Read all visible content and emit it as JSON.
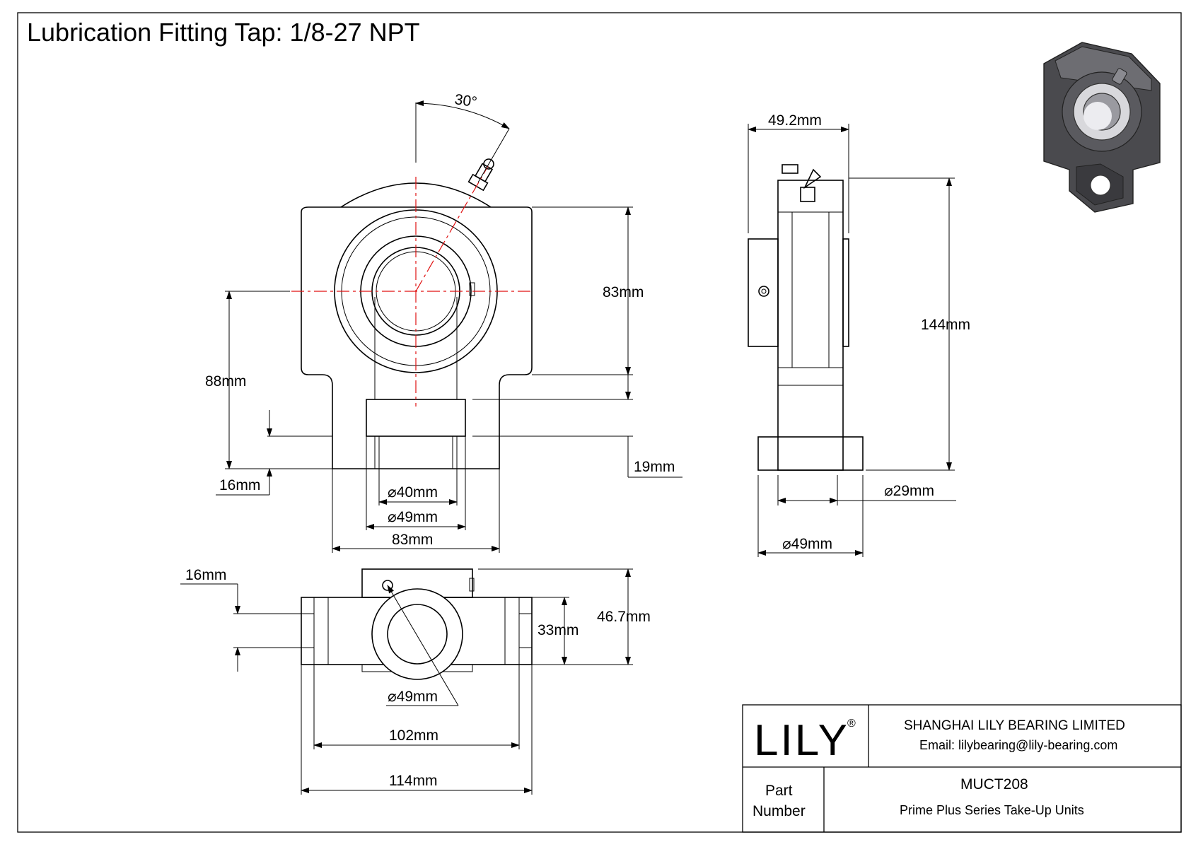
{
  "title": "Lubrication Fitting Tap: 1/8-27 NPT",
  "front_view": {
    "angle": "30°",
    "dim_height_to_top": "83mm",
    "dim_center_height": "88mm",
    "dim_slot_width": "19mm",
    "dim_base_thickness": "16mm",
    "dim_bore": "40mm",
    "dim_collar": "49mm",
    "dim_slot_span": "83mm"
  },
  "side_view": {
    "dim_width": "49.2mm",
    "dim_height": "144mm",
    "dim_inner": "29mm",
    "dim_outer": "49mm"
  },
  "top_view": {
    "dim_thickness": "16mm",
    "dim_depth_inner": "33mm",
    "dim_depth_total": "46.7mm",
    "dim_collar": "49mm",
    "dim_rail_inner": "102mm",
    "dim_rail_outer": "114mm"
  },
  "diameter_symbol": "⌀",
  "title_block": {
    "logo": "LILY",
    "registered_mark": "®",
    "company": "SHANGHAI LILY BEARING LIMITED",
    "email": "Email: lilybearing@lily-bearing.com",
    "part_label_line1": "Part",
    "part_label_line2": "Number",
    "part_number": "MUCT208",
    "series": "Prime Plus Series Take-Up Units"
  },
  "colors": {
    "centerline": "#e01010",
    "line": "#000000"
  }
}
